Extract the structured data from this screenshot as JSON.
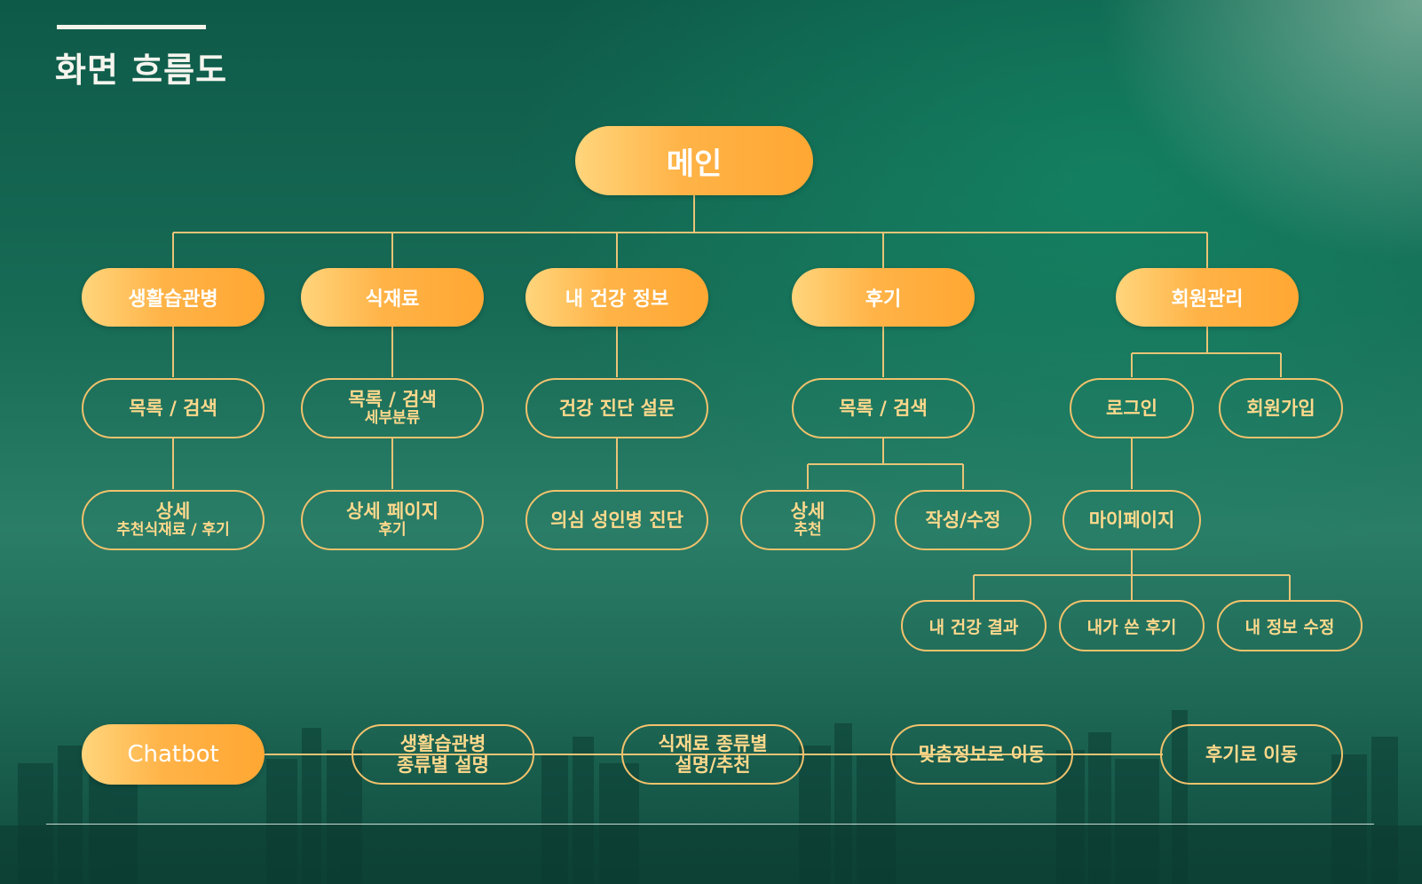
{
  "page": {
    "title": "화면 흐름도"
  },
  "diagram": {
    "main": "메인",
    "categories": {
      "lifestyle": "생활습관병",
      "ingredients": "식재료",
      "health": "내 건강 정보",
      "reviews": "후기",
      "member": "회원관리"
    },
    "lifestyle": {
      "list": "목록 / 검색",
      "detail": "상세",
      "detail_sub": "추천식재료 / 후기"
    },
    "ingredients": {
      "list": "목록 / 검색",
      "list_sub": "세부분류",
      "detail": "상세 페이지",
      "detail_sub": "후기"
    },
    "health": {
      "survey": "건강 진단 설문",
      "diagnosis": "의심 성인병 진단"
    },
    "reviews": {
      "list": "목록 / 검색",
      "detail": "상세",
      "detail_sub": "추천",
      "write": "작성/수정"
    },
    "member": {
      "login": "로그인",
      "signup": "회원가입",
      "mypage": "마이페이지",
      "my_health": "내 건강 결과",
      "my_reviews": "내가 쓴 후기",
      "edit_info": "내 정보 수정"
    },
    "chatbot": {
      "label": "Chatbot",
      "step1": "생활습관병",
      "step1_sub": "종류별 설명",
      "step2": "식재료 종류별",
      "step2_sub": "설명/추천",
      "step3": "맞춤정보로 이동",
      "step4": "후기로 이동"
    }
  }
}
